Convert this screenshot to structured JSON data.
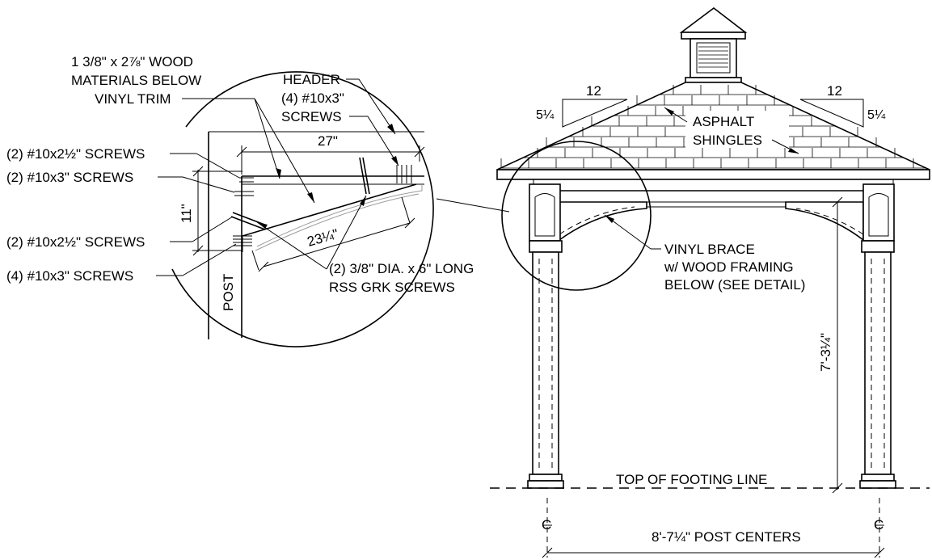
{
  "detail": {
    "labels": {
      "wood_line1": "1 3/8\" x 2⅞\" WOOD",
      "wood_line2": "MATERIALS BELOW",
      "wood_line3": "VINYL TRIM",
      "header": "HEADER",
      "screws4_line1": "(4) #10x3\"",
      "screws4_line2": "SCREWS",
      "screws_a": "(2) #10x2½\" SCREWS",
      "screws_b": "(2) #10x3\" SCREWS",
      "screws_c": "(2) #10x2½\" SCREWS",
      "screws_d": "(4) #10x3\" SCREWS",
      "grk_line1": "(2) 3/8\" DIA. x 6\" LONG",
      "grk_line2": "RSS GRK SCREWS",
      "post": "POST"
    },
    "dims": {
      "width": "27\"",
      "height": "11\"",
      "diag": "23¼\""
    }
  },
  "elevation": {
    "pitch_left": {
      "run": "12",
      "rise": "5¼"
    },
    "pitch_right": {
      "run": "12",
      "rise": "5¼"
    },
    "shingles_line1": "ASPHALT",
    "shingles_line2": "SHINGLES",
    "brace_line1": "VINYL BRACE",
    "brace_line2": "w/ WOOD FRAMING",
    "brace_line3": "BELOW (SEE DETAIL)",
    "footing": "TOP OF FOOTING LINE",
    "height_dim": "7'-3¼\"",
    "post_centers": "8'-7¼\" POST CENTERS",
    "centerline_symbol": "C"
  }
}
